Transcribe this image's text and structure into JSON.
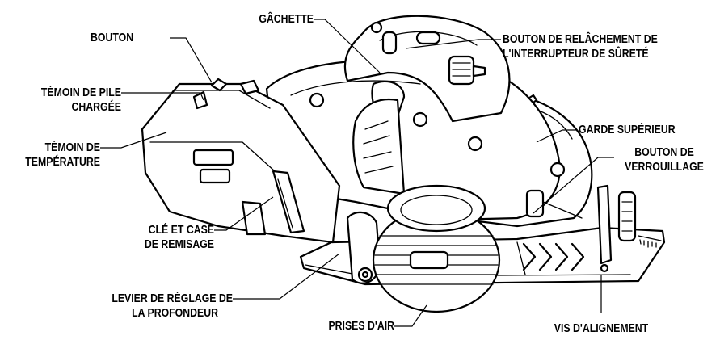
{
  "diagram": {
    "labels": {
      "bouton": "BOUTON",
      "temoin_pile_1": "TÉMOIN DE PILE",
      "temoin_pile_2": "CHARGÉE",
      "temoin_temp_1": "TÉMOIN DE",
      "temoin_temp_2": "TEMPÉRATURE",
      "cle_1": "CLÉ ET CASE",
      "cle_2": "DE REMISAGE",
      "levier_1": "LEVIER DE RÉGLAGE DE",
      "levier_2": "LA PROFONDEUR",
      "prises": "PRISES D'AIR",
      "vis": "VIS D'ALIGNEMENT",
      "gachette": "GÂCHETTE",
      "relachement_1": "BOUTON DE RELÂCHEMENT DE",
      "relachement_2": "L'INTERRUPTEUR DE SÛRETÉ",
      "garde": "GARDE SUPÉRIEUR",
      "verrou_1": "BOUTON DE",
      "verrou_2": "VERROUILLAGE"
    }
  }
}
